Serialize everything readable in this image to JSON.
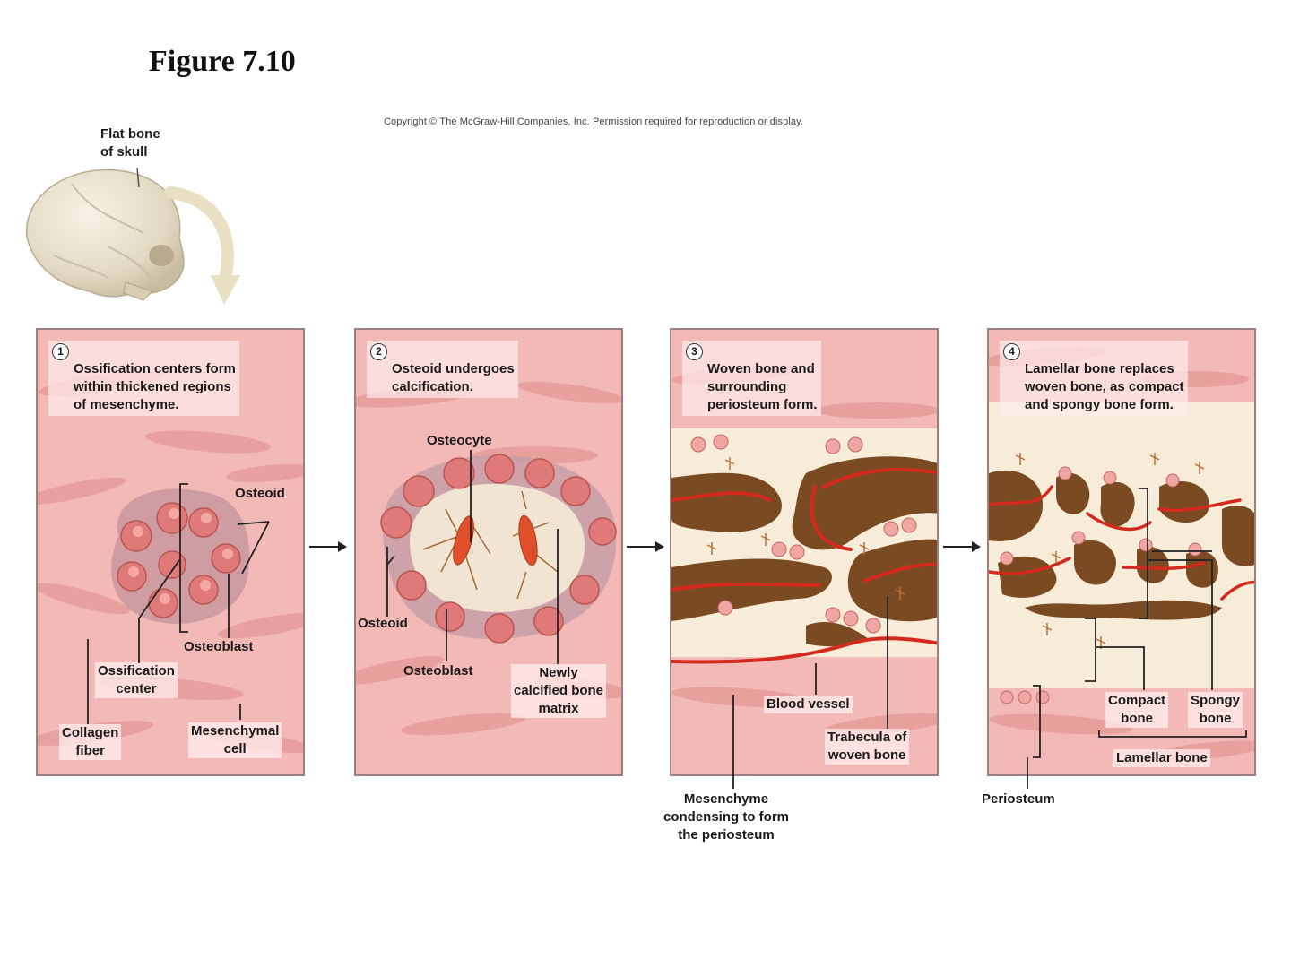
{
  "figure_title": "Figure 7.10",
  "copyright": "Copyright © The McGraw-Hill Companies, Inc. Permission required for reproduction or display.",
  "skull_label": "Flat bone\nof skull",
  "panels": [
    {
      "number": "1",
      "caption": "Ossification centers form\nwithin thickened regions\nof mesenchyme.",
      "labels": {
        "osteoid": "Osteoid",
        "osteoblast": "Osteoblast",
        "ossification_center": "Ossification\ncenter",
        "collagen_fiber": "Collagen\nfiber",
        "mesenchymal_cell": "Mesenchymal\ncell"
      }
    },
    {
      "number": "2",
      "caption": "Osteoid undergoes\ncalcification.",
      "labels": {
        "osteocyte": "Osteocyte",
        "osteoid": "Osteoid",
        "osteoblast": "Osteoblast",
        "newly_calcified": "Newly\ncalcified bone\nmatrix"
      }
    },
    {
      "number": "3",
      "caption": "Woven bone and\nsurrounding\nperiosteum form.",
      "labels": {
        "blood_vessel": "Blood vessel",
        "trabecula": "Trabecula of\nwoven bone",
        "mesenchyme": "Mesenchyme\ncondensing to form\nthe periosteum"
      }
    },
    {
      "number": "4",
      "caption": "Lamellar bone replaces\nwoven bone, as compact\nand spongy bone form.",
      "labels": {
        "compact_bone": "Compact\nbone",
        "spongy_bone": "Spongy\nbone",
        "lamellar_bone": "Lamellar bone",
        "periosteum": "Periosteum"
      }
    }
  ],
  "colors": {
    "tissue": "#f2b9b6",
    "tissue_dark": "#e59a98",
    "bone_matrix": "#f6ecd8",
    "marrow": "#7a4a22",
    "vessel": "#d42a1e",
    "cell": "#e07a78"
  }
}
